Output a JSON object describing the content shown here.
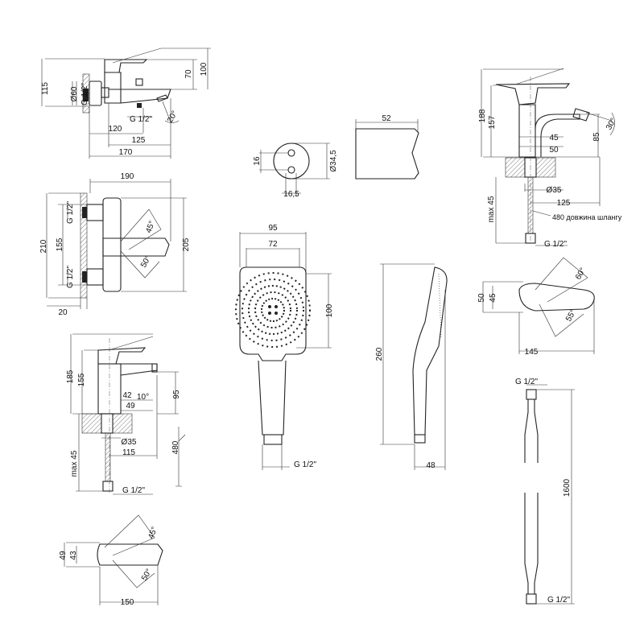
{
  "bath_mixer": {
    "h_total": "115",
    "d_flange": "Ø60",
    "thread": "G 1/2\"",
    "h_body": "70",
    "h_lever": "100",
    "thread_outlet": "G 1/2\"",
    "angle": "20°",
    "w_120": "120",
    "w_125": "125",
    "w_170": "170"
  },
  "wall_mixer": {
    "w_190": "190",
    "h_210": "210",
    "h_155": "155",
    "thread_top": "G 1/2\"",
    "thread_bottom": "G 1/2\"",
    "angle_45": "45°",
    "angle_50": "50°",
    "h_205": "205",
    "w_20": "20"
  },
  "basin_mixer": {
    "h_185": "185",
    "h_155": "155",
    "d_42": "42",
    "angle_10": "10°",
    "h_95": "95",
    "d_49": "49",
    "d_35": "Ø35",
    "w_115": "115",
    "max_45": "max 45",
    "hose_480": "480",
    "thread": "G 1/2\""
  },
  "basin_top": {
    "d_49": "49",
    "d_43": "43",
    "angle_45": "45°",
    "angle_50": "50°",
    "w_150": "150"
  },
  "holder": {
    "h_16": "16",
    "w_16_5": "16,5",
    "d_34_5": "Ø34,5",
    "w_52": "52"
  },
  "hand_shower": {
    "w_95": "95",
    "w_72": "72",
    "h_100": "100",
    "thread": "G 1/2\"",
    "h_260": "260",
    "d_48": "48"
  },
  "bidet_mixer": {
    "h_188": "188",
    "h_157": "157",
    "d_45": "45",
    "d_50": "50",
    "angle_30": "30°",
    "h_85": "85",
    "d_35": "Ø35",
    "w_125": "125",
    "max_45": "max 45",
    "hose_note": "480 довжина шлангу",
    "thread": "G 1/2\""
  },
  "bidet_top": {
    "d_50": "50",
    "d_45": "45",
    "angle_60": "60°",
    "angle_55": "55°",
    "w_145": "145"
  },
  "hose": {
    "thread_top": "G 1/2\"",
    "length": "1600",
    "thread_bottom": "G 1/2\""
  }
}
